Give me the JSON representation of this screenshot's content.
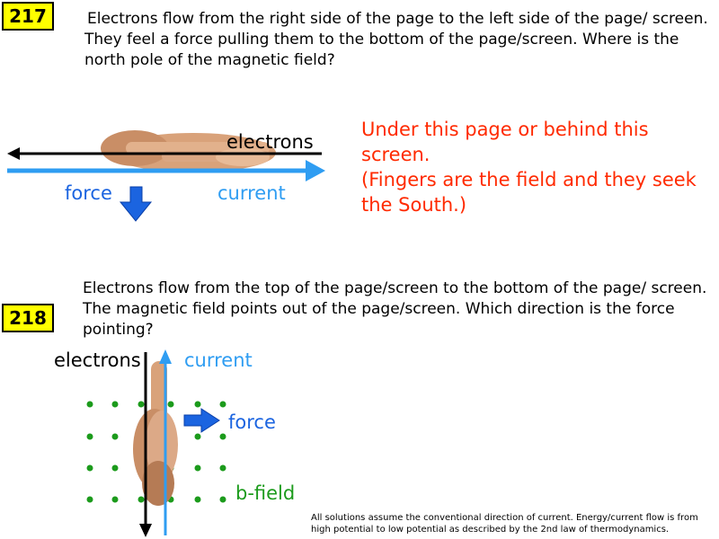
{
  "problem_217": {
    "number": "217",
    "question": "Electrons flow from the right side of the page to the left side of the page/ screen. They feel a force pulling them to the bottom of the page/screen. Where is the north pole of the magnetic field?",
    "answer_line1": "Under this page or behind this screen.",
    "answer_line2": "(Fingers are the field and they seek the South.)",
    "labels": {
      "electrons": "electrons",
      "force": "force",
      "current": "current"
    }
  },
  "problem_218": {
    "number": "218",
    "question": "Electrons flow from the top of the page/screen to the bottom of the page/ screen. The magnetic field points out of the page/screen. Which direction is the force pointing?",
    "labels": {
      "electrons": "electrons",
      "current": "current",
      "force": "force",
      "bfield": "b-field"
    }
  },
  "footnote": "All solutions assume the conventional direction of current. Energy/current flow is from high potential to low potential as described by the 2nd law of thermodynamics.",
  "colors": {
    "badge": "#ffff00",
    "answer": "#ff2a00",
    "current": "#2f9df2",
    "force": "#1b64e0",
    "bfield": "#1c9b1c",
    "electrons": "#000000"
  }
}
